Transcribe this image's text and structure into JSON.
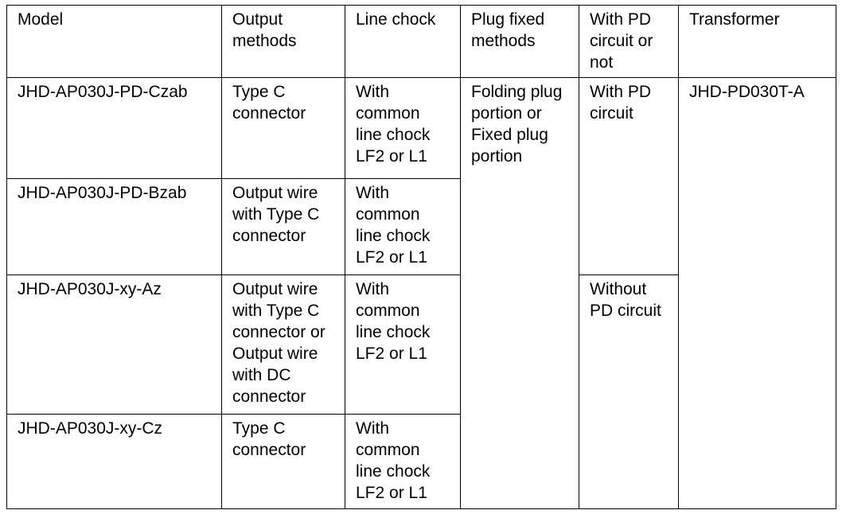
{
  "table": {
    "columns": [
      {
        "key": "model",
        "label": "Model"
      },
      {
        "key": "output",
        "label": "Output\nmethods"
      },
      {
        "key": "chock",
        "label": "Line chock"
      },
      {
        "key": "plug",
        "label": "Plug fixed\nmethods"
      },
      {
        "key": "pd",
        "label": "With PD\ncircuit or\nnot"
      },
      {
        "key": "trans",
        "label": "Transformer"
      }
    ],
    "rows": [
      {
        "model": "JHD-AP030J-PD-Czab",
        "output": "Type C\nconnector",
        "chock": "With\ncommon\nline chock\nLF2 or L1"
      },
      {
        "model": "JHD-AP030J-PD-Bzab",
        "output": "Output wire\nwith Type C\nconnector",
        "chock": "With\ncommon\nline chock\nLF2 or L1"
      },
      {
        "model": "JHD-AP030J-xy-Az",
        "output": "Output wire\nwith Type C\nconnector or\nOutput wire\nwith DC\nconnector",
        "chock": "With\ncommon\nline chock\nLF2 or L1"
      },
      {
        "model": "JHD-AP030J-xy-Cz",
        "output": "Type C\nconnector",
        "chock": "With\ncommon\nline chock\nLF2 or L1"
      }
    ],
    "merged": {
      "plug_fixed_methods": "Folding plug\nportion or\nFixed plug\nportion",
      "pd_circuit_with": "With PD\ncircuit",
      "pd_circuit_without": "Without\nPD circuit",
      "transformer": "JHD-PD030T-A"
    }
  },
  "colors": {
    "border": "#000000",
    "text": "#000000",
    "background": "#ffffff"
  }
}
